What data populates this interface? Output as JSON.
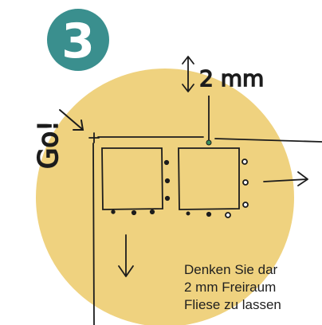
{
  "step": {
    "number": "3",
    "badge_color": "#3a8f8e",
    "badge_text_color": "#ffffff"
  },
  "background_circle_color": "#efd27f",
  "labels": {
    "go": "Go!",
    "gap": "2 mm"
  },
  "note": {
    "lines": [
      "Denken Sie dar",
      "2 mm Freiraum",
      "Fliese zu lassen"
    ]
  },
  "icons": {
    "gap_indicator": "double-arrow-vertical-icon",
    "start_pointer": "diagonal-arrow-icon",
    "direction_right": "arrow-right-icon",
    "direction_down": "arrow-down-icon",
    "start_mark": "plus-marker-icon"
  }
}
